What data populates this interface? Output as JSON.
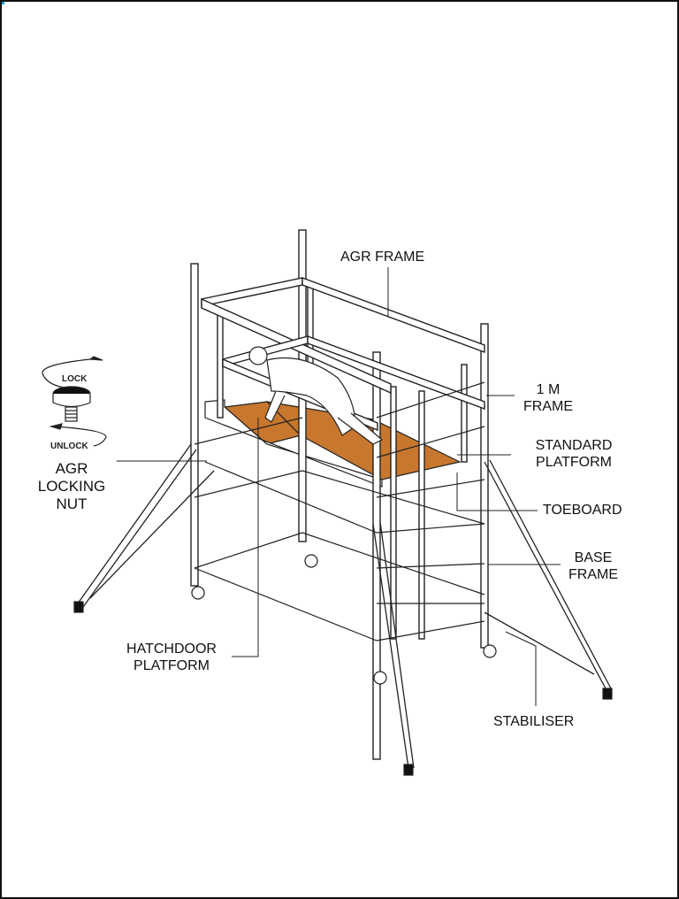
{
  "labels": {
    "agr_frame": "AGR FRAME",
    "one_m_frame": [
      "1 M",
      "FRAME"
    ],
    "standard_platform": [
      "STANDARD",
      "PLATFORM"
    ],
    "toeboard": "TOEBOARD",
    "base_frame": [
      "BASE",
      "FRAME"
    ],
    "stabiliser": "STABILISER",
    "hatchdoor_platform": [
      "HATCHDOOR",
      "PLATFORM"
    ],
    "agr_locking_nut": [
      "AGR",
      "LOCKING",
      "NUT"
    ],
    "lock": "LOCK",
    "unlock": "UNLOCK"
  },
  "colors": {
    "platform": "#c8772e",
    "line": "#222222",
    "accent": "#0a9cf0"
  }
}
